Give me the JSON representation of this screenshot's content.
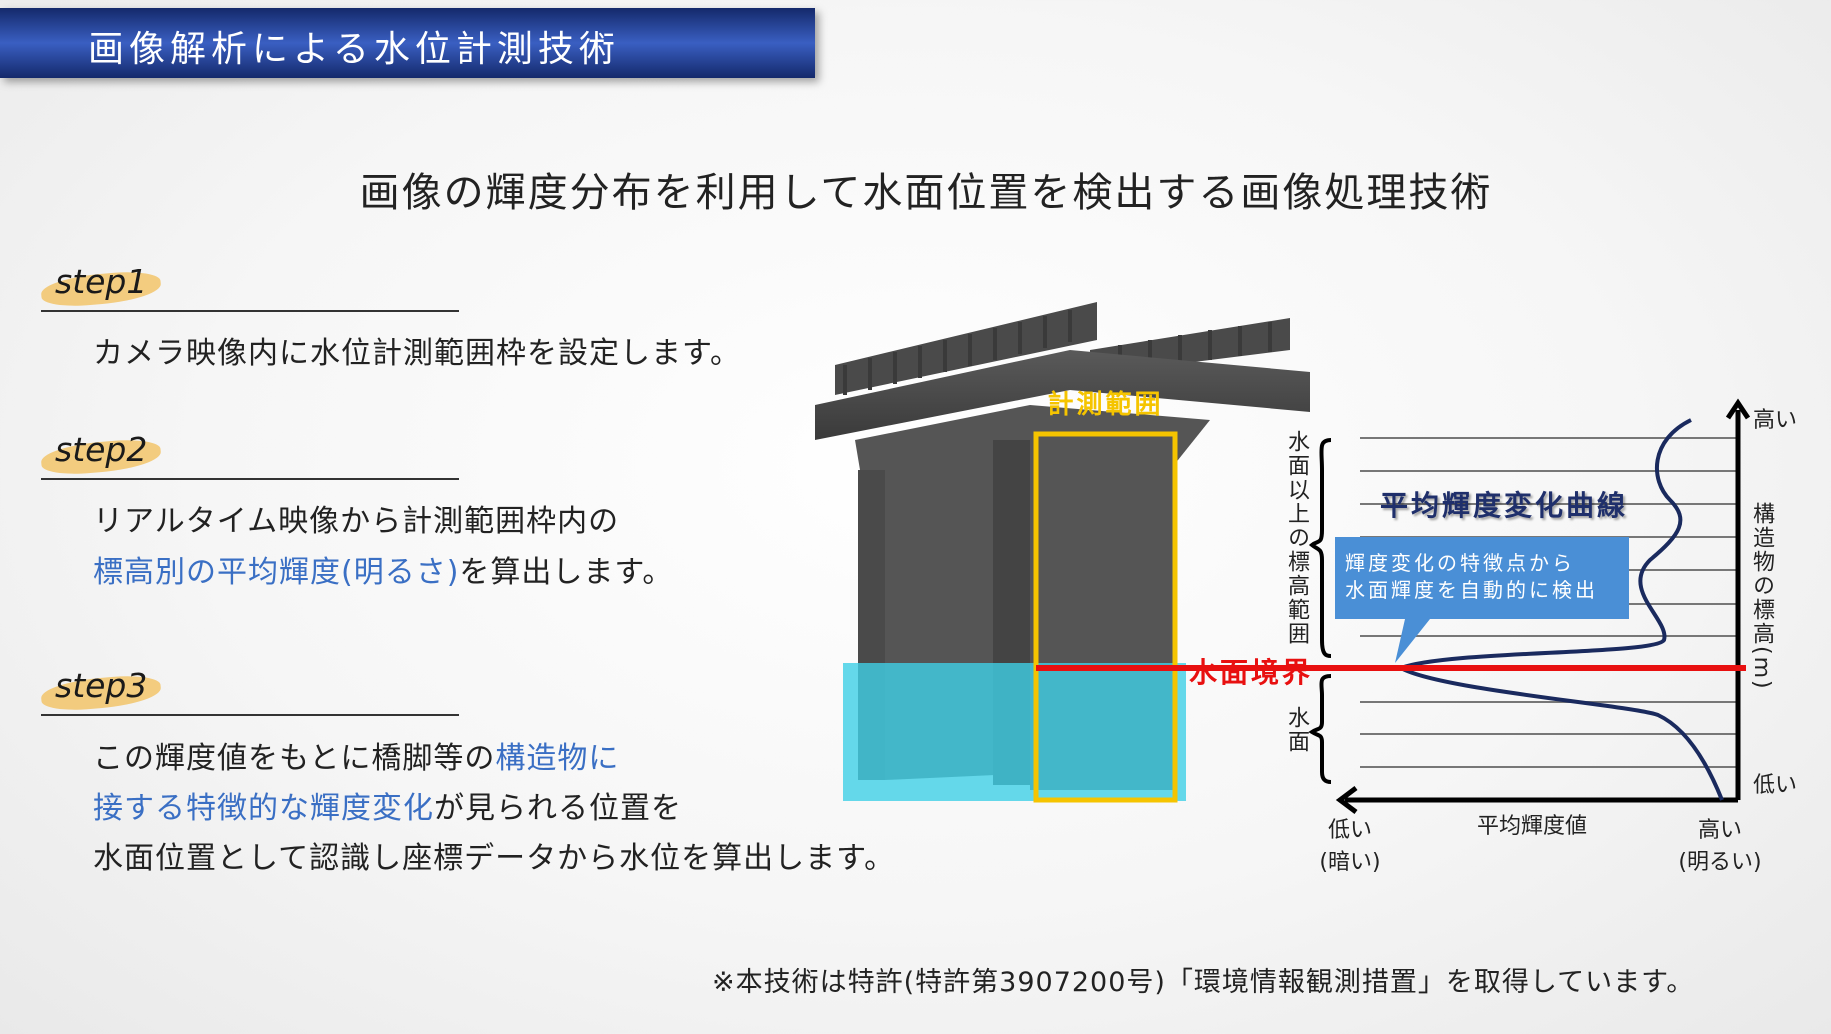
{
  "header": {
    "title": "画像解析による水位計測技術"
  },
  "subtitle": "画像の輝度分布を利用して水面位置を検出する画像処理技術",
  "steps": [
    {
      "label": "step1",
      "lines": [
        "カメラ映像内に水位計測範囲枠を設定します。"
      ]
    },
    {
      "label": "step2",
      "line1": "リアルタイム映像から計測範囲枠内の",
      "line2_hl": "標高別の平均輝度(明るさ)",
      "line2_rest": "を算出します。"
    },
    {
      "label": "step3",
      "line1_pre": "この輝度値をもとに橋脚等の",
      "line1_hl": "構造物に",
      "line2_hl": "接する特徴的な輝度変化",
      "line2_rest": "が見られる位置を",
      "line3": "水面位置として認識し座標データから水位を算出します。"
    }
  ],
  "diagram": {
    "measure_range_label": "計測範囲",
    "water_boundary_label": "水面境界",
    "curve_title": "平均輝度変化曲線",
    "callout": [
      "輝度変化の特徴点から",
      "水面輝度を自動的に検出"
    ],
    "left_range_above": "水面以上の標高範囲",
    "left_range_water": "水面",
    "y_axis_label": "構造物の標高(m)",
    "y_high": "高い",
    "y_low": "低い",
    "x_axis_label": "平均輝度値",
    "x_low": "低い",
    "x_low_sub": "(暗い)",
    "x_high": "高い",
    "x_high_sub": "(明るい)"
  },
  "footer": "※本技術は特許(特許第3907200号)「環境情報観測措置」を取得しています。",
  "colors": {
    "header": "#2a4aa8",
    "highlight": "#3a6fc4",
    "frame": "#f5c400",
    "boundary": "#e81010",
    "water": "#3fcfe6",
    "curve": "#1a2a5e",
    "callout": "#4a8fd6"
  }
}
